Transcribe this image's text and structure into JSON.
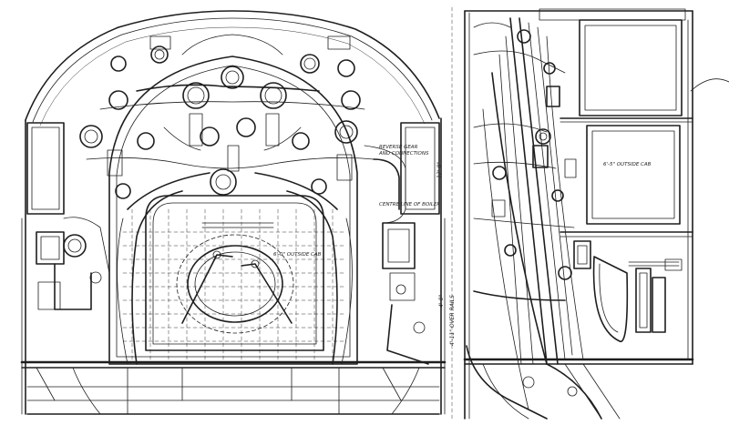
{
  "drawing": {
    "background": "#ffffff",
    "ink_color": "#1e1e1e"
  },
  "labels": {
    "reverse_gear_note_1": "REVERSE GEAR",
    "reverse_gear_note_2": "AND CONNECTIONS",
    "centre_line_boiler": "CENTRE LINE OF BOILER",
    "outside_cab_left": "6'-0\" OUTSIDE CAB",
    "outside_cab_right": "6'-5\" OUTSIDE CAB",
    "height_left": "12'-0\"",
    "height_mid": "4'-0\"",
    "rail_level": "4'-11\" OVER RAILS"
  }
}
